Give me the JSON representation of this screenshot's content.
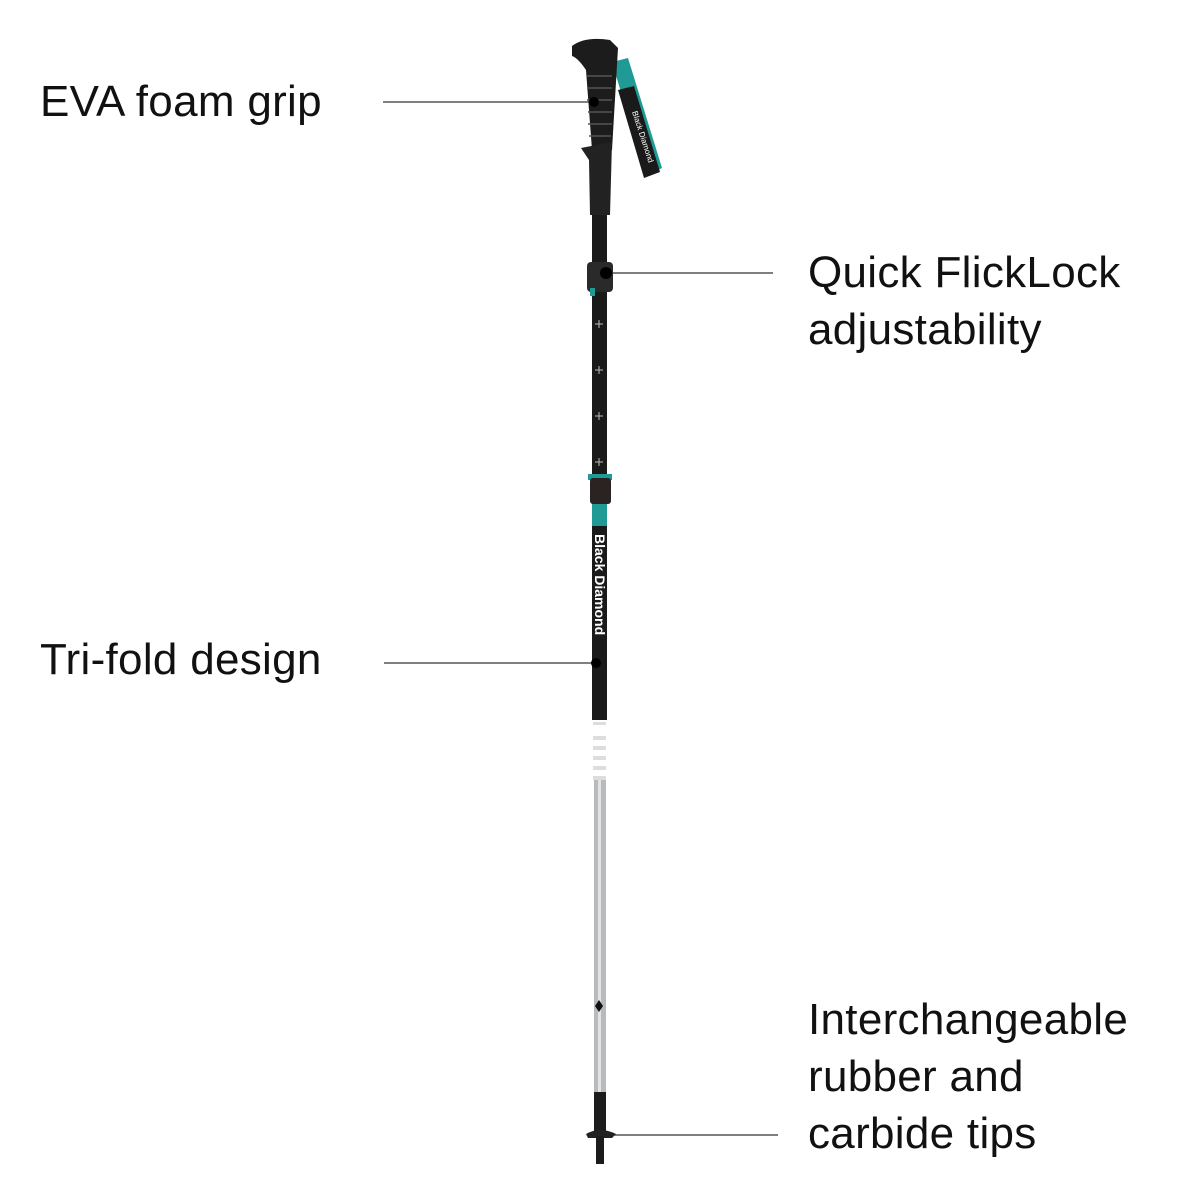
{
  "callouts": {
    "grip": {
      "lines": [
        "EVA foam grip"
      ]
    },
    "lock": {
      "lines": [
        "Quick FlickLock",
        "adjustability"
      ]
    },
    "fold": {
      "lines": [
        "Tri-fold design"
      ]
    },
    "tips": {
      "lines": [
        "Interchangeable",
        "rubber and",
        "carbide tips"
      ]
    }
  },
  "product": {
    "brand_text": "Black Diamond"
  },
  "colors": {
    "accent": "#1f9a94",
    "shaft": "#1a1a1a",
    "lower_shaft": "#b8babc",
    "text": "#111111"
  }
}
